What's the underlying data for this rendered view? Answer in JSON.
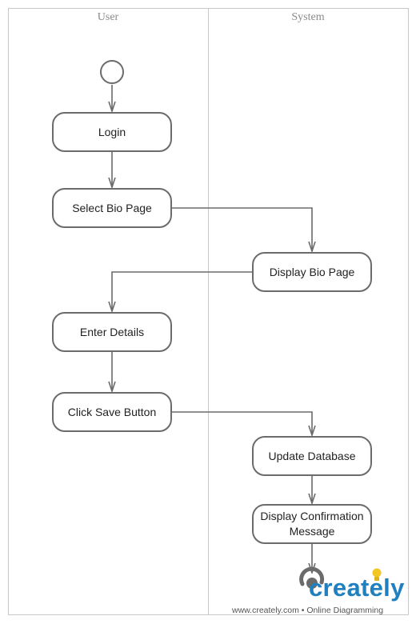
{
  "lanes": {
    "user": "User",
    "system": "System"
  },
  "nodes": {
    "login": "Login",
    "select_bio_page": "Select Bio Page",
    "display_bio_page": "Display Bio Page",
    "enter_details": "Enter Details",
    "click_save_button": "Click Save Button",
    "update_database": "Update Database",
    "display_confirmation_line1": "Display Confirmation",
    "display_confirmation_line2": "Message"
  },
  "watermark": {
    "brand": "creately",
    "tagline": "www.creately.com • Online Diagramming"
  },
  "colors": {
    "line": "#6b6b6b",
    "lane_border": "#c8c8c8",
    "brand_blue": "#1f7fbf",
    "bulb": "#f3c623"
  }
}
